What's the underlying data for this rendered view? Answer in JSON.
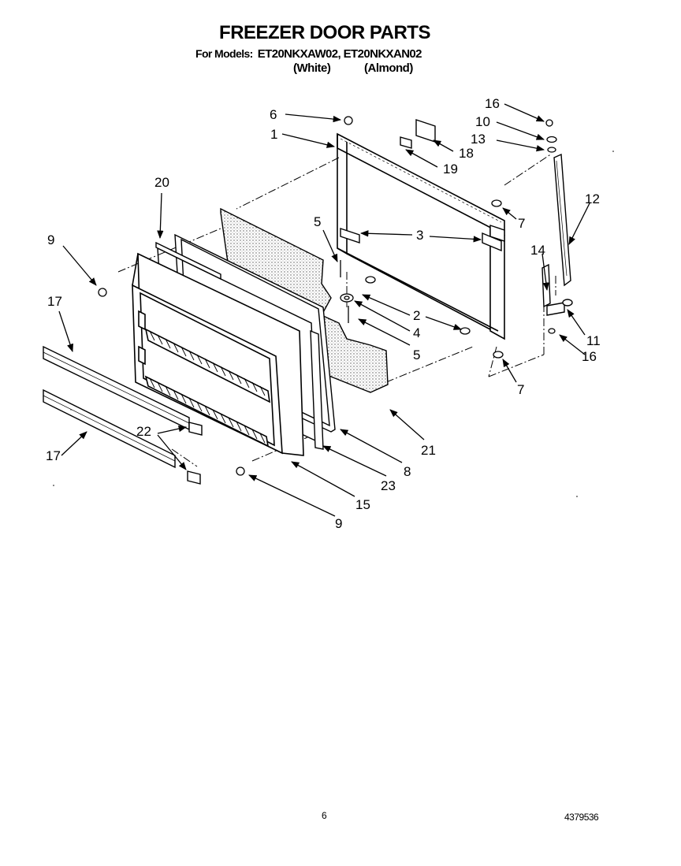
{
  "title": "FREEZER DOOR PARTS",
  "models_label": "For Models:",
  "models": "ET20NKXAW02, ET20NKXAN02",
  "color_white": "(White)",
  "color_almond": "(Almond)",
  "callouts": [
    "6",
    "1",
    "18",
    "19",
    "16",
    "10",
    "13",
    "12",
    "7",
    "20",
    "5",
    "3",
    "9",
    "14",
    "2",
    "4",
    "11",
    "5",
    "16",
    "17",
    "7",
    "21",
    "22",
    "8",
    "17",
    "23",
    "15",
    "9"
  ],
  "page_number": "6",
  "document_number": "4379536"
}
